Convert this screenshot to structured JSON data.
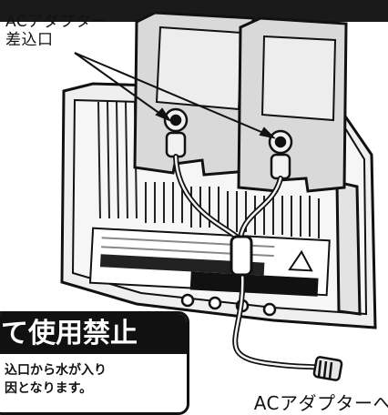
{
  "labels": {
    "ac_inlet_line1": "ACアダプター",
    "ac_inlet_line2": "差込口",
    "to_ac_adapter": "ACアダプターへ"
  },
  "warning": {
    "title": "て使用禁止",
    "line1": "込口から水が入り",
    "line2": "因となります。"
  },
  "product_sticker": {
    "title": "このライトについて使用禁止",
    "note": "ケーブル差込口から水が入り故障の原因となります。"
  },
  "colors": {
    "ink": "#111111",
    "bar": "#1a1a1a",
    "body_fill": "#ececec",
    "adapter_fill": "#dcdcdc",
    "paper": "#ffffff"
  }
}
